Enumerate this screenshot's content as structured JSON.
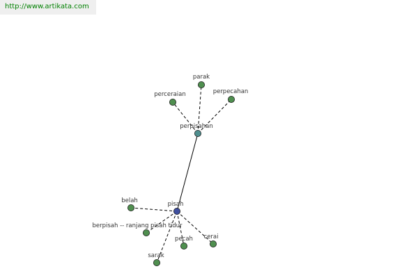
{
  "banner": {
    "url": "http://www.artikata.com"
  },
  "colors": {
    "leaf": "#4f8f4f",
    "hub": "#4f8f8f",
    "root": "#3f4f9f",
    "edge": "#000000",
    "banner_bg": "#efefef",
    "banner_text": "#008000"
  },
  "graph": {
    "nodes": [
      {
        "id": "parak",
        "label": "parak",
        "kind": "leaf"
      },
      {
        "id": "perceraian",
        "label": "perceraian",
        "kind": "leaf"
      },
      {
        "id": "perpecahan",
        "label": "perpecahan",
        "kind": "leaf"
      },
      {
        "id": "perpisahan",
        "label": "perpisahan",
        "kind": "hub"
      },
      {
        "id": "belah",
        "label": "belah",
        "kind": "leaf"
      },
      {
        "id": "pisah",
        "label": "pisah",
        "kind": "root"
      },
      {
        "id": "berpisah",
        "label": "berpisah -- ranjang pisah tidur",
        "kind": "leaf"
      },
      {
        "id": "pecah",
        "label": "pecah",
        "kind": "leaf"
      },
      {
        "id": "cerai",
        "label": "cerai",
        "kind": "leaf"
      },
      {
        "id": "sarak",
        "label": "sarak",
        "kind": "leaf"
      }
    ],
    "edges": [
      {
        "from": "perpisahan",
        "to": "parak",
        "style": "dashed"
      },
      {
        "from": "perpisahan",
        "to": "perceraian",
        "style": "dashed"
      },
      {
        "from": "perpisahan",
        "to": "perpecahan",
        "style": "dashed"
      },
      {
        "from": "pisah",
        "to": "perpisahan",
        "style": "solid"
      },
      {
        "from": "pisah",
        "to": "belah",
        "style": "dashed"
      },
      {
        "from": "pisah",
        "to": "berpisah",
        "style": "dashed"
      },
      {
        "from": "pisah",
        "to": "pecah",
        "style": "dashed"
      },
      {
        "from": "pisah",
        "to": "cerai",
        "style": "dashed"
      },
      {
        "from": "pisah",
        "to": "sarak",
        "style": "dashed"
      }
    ]
  }
}
